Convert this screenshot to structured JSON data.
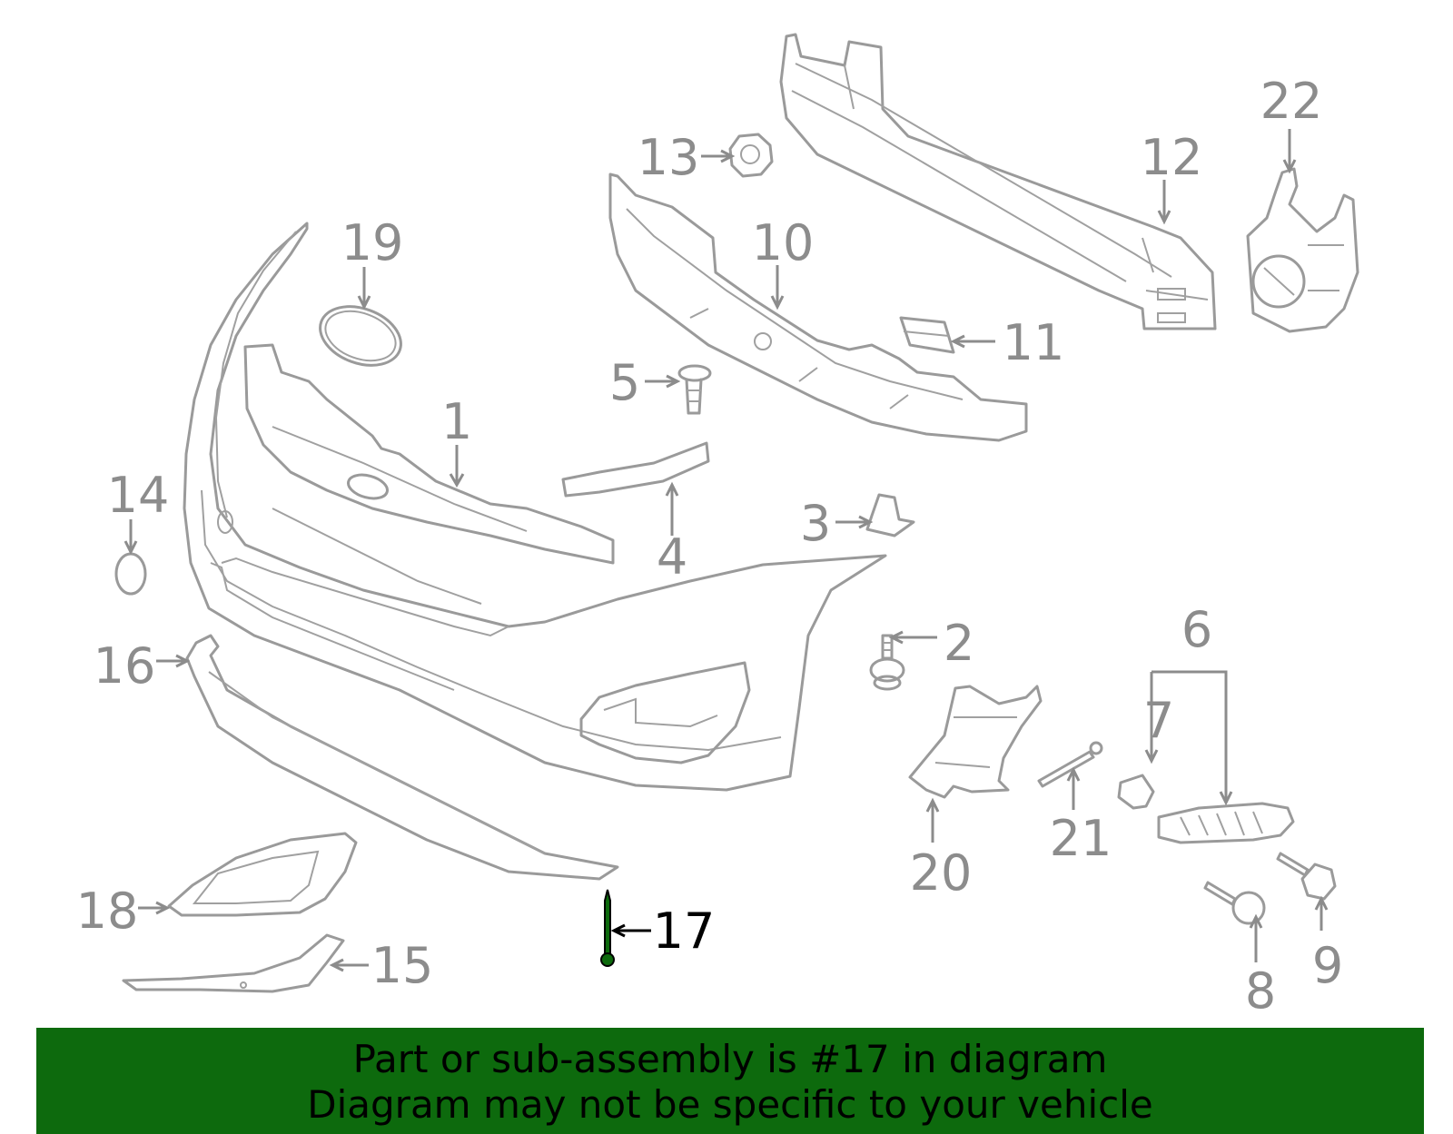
{
  "diagram": {
    "highlighted_part": "17",
    "callouts": [
      {
        "id": "p1",
        "label": "1"
      },
      {
        "id": "p2",
        "label": "2"
      },
      {
        "id": "p3",
        "label": "3"
      },
      {
        "id": "p4",
        "label": "4"
      },
      {
        "id": "p5",
        "label": "5"
      },
      {
        "id": "p6",
        "label": "6"
      },
      {
        "id": "p7",
        "label": "7"
      },
      {
        "id": "p8",
        "label": "8"
      },
      {
        "id": "p9",
        "label": "9"
      },
      {
        "id": "p10",
        "label": "10"
      },
      {
        "id": "p11",
        "label": "11"
      },
      {
        "id": "p12",
        "label": "12"
      },
      {
        "id": "p13",
        "label": "13"
      },
      {
        "id": "p14",
        "label": "14"
      },
      {
        "id": "p15",
        "label": "15"
      },
      {
        "id": "p16",
        "label": "16"
      },
      {
        "id": "p17",
        "label": "17"
      },
      {
        "id": "p18",
        "label": "18"
      },
      {
        "id": "p19",
        "label": "19"
      },
      {
        "id": "p20",
        "label": "20"
      },
      {
        "id": "p21",
        "label": "21"
      },
      {
        "id": "p22",
        "label": "22"
      }
    ]
  },
  "banner": {
    "line1": "Part or sub-assembly is #17 in diagram",
    "line2": "Diagram may not be specific to your vehicle"
  },
  "colors": {
    "banner_bg": "#0d6a0d",
    "highlight": "#0d6a0d",
    "line_art": "#9a9a9a",
    "callout_text": "#8c8c8c"
  }
}
